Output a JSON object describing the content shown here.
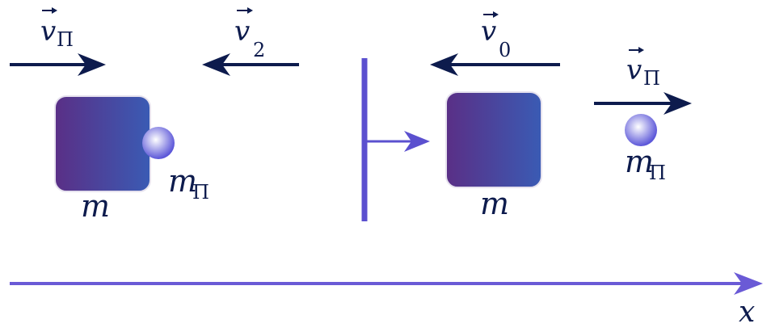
{
  "colors": {
    "dark_arrow": "#0d1b4d",
    "axis": "#6a5ad6",
    "wall": "#5b50cf",
    "block_left": "#5a2f86",
    "block_right": "#3a5bb4",
    "ball_light": "#ffffff",
    "ball_dark": "#5a55d8"
  },
  "labels": {
    "v_bullet_left": {
      "symbol": "v",
      "subscript": "П"
    },
    "v2": {
      "symbol": "v",
      "subscript": "2"
    },
    "v0": {
      "symbol": "v",
      "subscript": "0"
    },
    "v_bullet_right": {
      "symbol": "v",
      "subscript": "П"
    },
    "mass_block_left": "m",
    "mass_block_right": "m",
    "mass_bullet_left": {
      "symbol": "m",
      "subscript": "П"
    },
    "mass_bullet_right": {
      "symbol": "m",
      "subscript": "П"
    },
    "axis": "x"
  }
}
